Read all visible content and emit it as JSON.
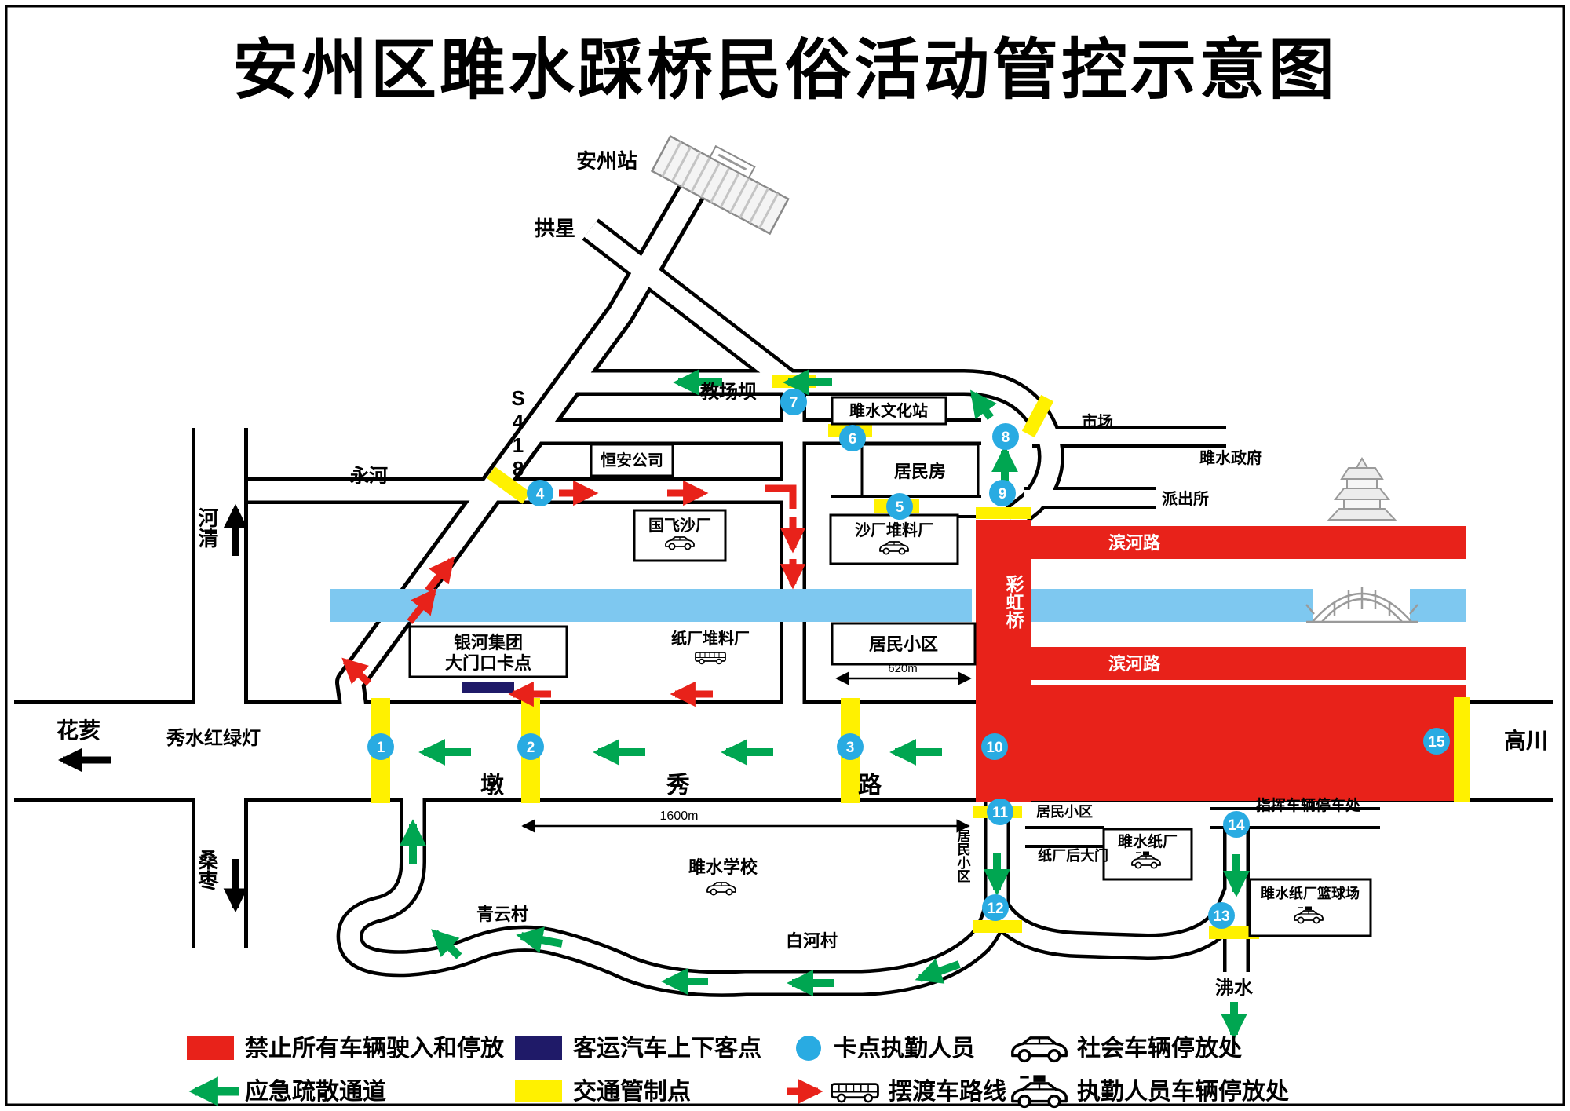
{
  "title": "安州区雎水踩桥民俗活动管控示意图",
  "places": {
    "anzhou_station": "安州站",
    "gongxing": "拱星",
    "s418": "S418",
    "jiaochangba": "教场坝",
    "wenhuazhan": "雎水文化站",
    "shichang": "市场",
    "shuizhengfu": "雎水政府",
    "hengan": "恒安公司",
    "yonghe": "永河",
    "heqing": "河清",
    "guofei": "国飞沙厂",
    "juminfang": "居民房",
    "shachang": "沙厂堆料厂",
    "paichusuo": "派出所",
    "caihongqiao": "彩虹桥",
    "binhelu": "滨河路",
    "yinhe_line1": "银河集团",
    "yinhe_line2": "大门口卡点",
    "zhichang_duiliao": "纸厂堆料厂",
    "jumin_xiaoqu": "居民小区",
    "huagai": "花荄",
    "xiushui_light": "秀水红绿灯",
    "dun": "墩",
    "xiu": "秀",
    "lu": "路",
    "gaochuan": "高川",
    "sangzao": "桑枣",
    "shuixuexiao": "雎水学校",
    "zhichang_gate": "纸厂后大门",
    "shuizhichang": "雎水纸厂",
    "zhihui_parking": "指挥车辆停车处",
    "qingyuncun": "青云村",
    "baihecun": "白河村",
    "lanqiuchang": "雎水纸厂篮球场",
    "feishui": "沸水"
  },
  "distances": {
    "xiaoqu": "620m",
    "dunxiulu": "1600m"
  },
  "checkpoints": [
    "1",
    "2",
    "3",
    "4",
    "5",
    "6",
    "7",
    "8",
    "9",
    "10",
    "11",
    "12",
    "13",
    "14",
    "15"
  ],
  "legend": [
    {
      "symbol": "red-rect",
      "label": "禁止所有车辆驶入和停放"
    },
    {
      "symbol": "navy-rect",
      "label": "客运汽车上下客点"
    },
    {
      "symbol": "blue-dot",
      "label": "卡点执勤人员"
    },
    {
      "symbol": "car",
      "label": "社会车辆停放处"
    },
    {
      "symbol": "green-arrow",
      "label": "应急疏散通道"
    },
    {
      "symbol": "yellow-rect",
      "label": "交通管制点"
    },
    {
      "symbol": "shuttle",
      "label": "摆渡车路线"
    },
    {
      "symbol": "police-car",
      "label": "执勤人员车辆停放处"
    }
  ],
  "colors": {
    "prohibited": "#E8221A",
    "river": "#7EC8F0",
    "control_point": "#FFF100",
    "evacuation": "#00A651",
    "checkpoint": "#29ABE2",
    "bus_stop": "#1F1A68"
  }
}
